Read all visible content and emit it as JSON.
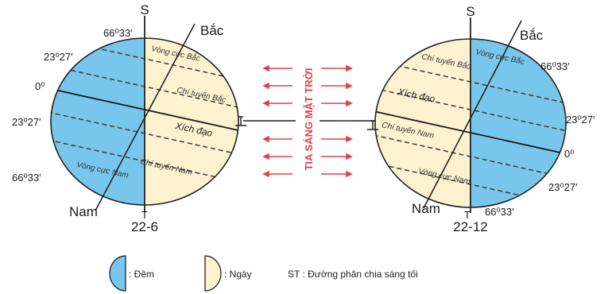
{
  "colors": {
    "night": "#79c6ec",
    "day": "#fdf2cf",
    "sunray": "#e0414a",
    "line": "#222222",
    "dash": "#3a3a3a"
  },
  "left_globe": {
    "top": "S",
    "bottom": "T",
    "date": "22-6",
    "north": "Bắc",
    "south": "Nam",
    "lat_6633_top": "66⁰33′",
    "lat_2327_top": "23⁰27′",
    "lat_0": "0⁰",
    "lat_2327_bottom": "23⁰27′",
    "lat_6633_bottom": "66⁰33′",
    "arctic_circle": "Vòng cực Bắc",
    "tropic_cancer": "Chí tuyến Bắc",
    "equator": "Xích đạo",
    "tropic_capricorn": "Chí tuyến Nam",
    "antarctic_circle": "Vòng cực Nam"
  },
  "right_globe": {
    "top": "S",
    "bottom": "T",
    "date": "22-12",
    "north": "Bắc",
    "south": "Nam",
    "lat_6633_top": "66⁰33′",
    "lat_2327_top": "23⁰27′",
    "lat_0": "0⁰",
    "lat_2327_bottom": "23⁰27′",
    "lat_6633_bottom": "66⁰33′",
    "arctic_circle": "Vòng cực Bắc",
    "tropic_cancer": "Chí tuyến Bắc",
    "equator": "Xích đạo",
    "tropic_capricorn": "Chí tuyến Nam",
    "antarctic_circle": "Vòng cực Nam"
  },
  "sunrays_label": "TIA SÁNG MẶT TRỜI",
  "legend": {
    "night": ": Đêm",
    "day": ": Ngày",
    "st": "ST : Đường phân chia sáng tối"
  }
}
